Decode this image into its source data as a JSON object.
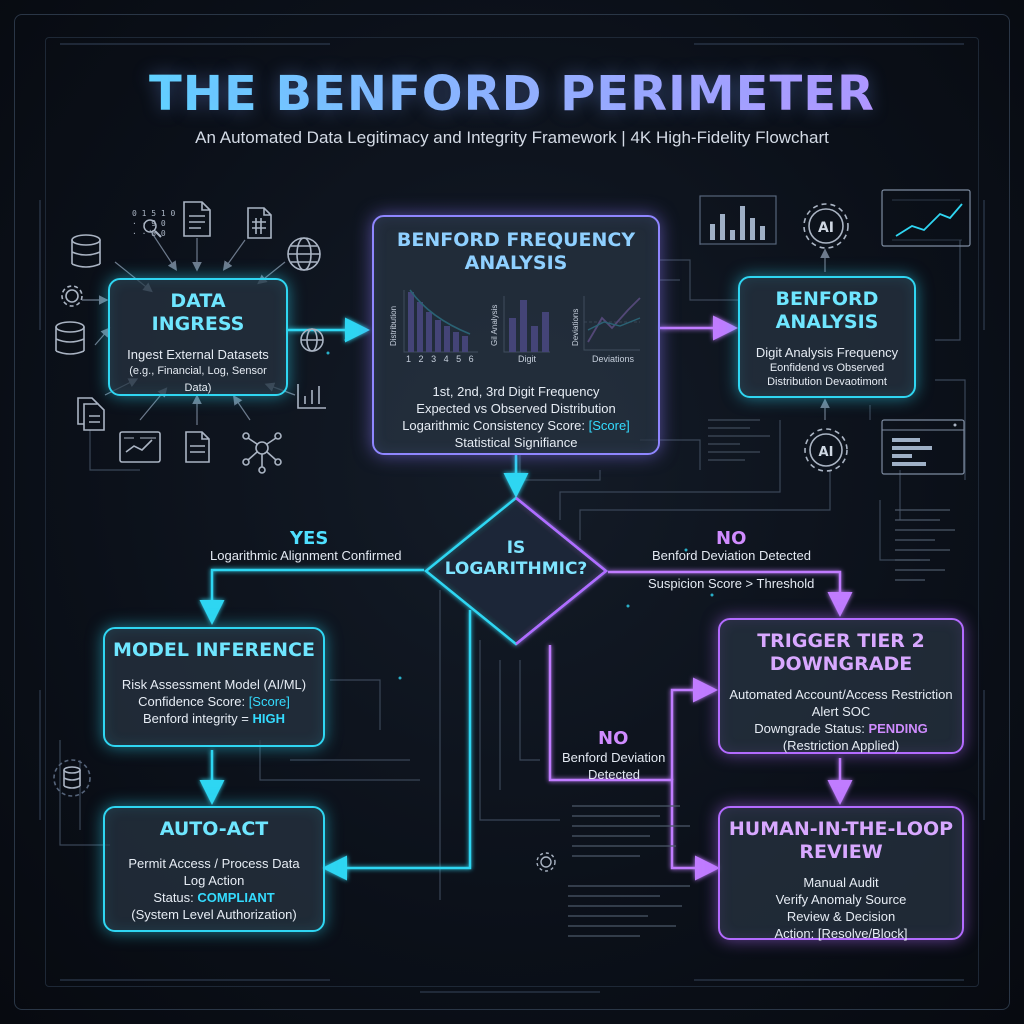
{
  "header": {
    "title": "THE BENFORD PERIMETER",
    "subtitle": "An Automated Data Legitimacy and Integrity Framework | 4K High-Fidelity Flowchart"
  },
  "nodes": {
    "data_ingress": {
      "title_1": "DATA",
      "title_2": "INGRESS",
      "line_1": "Ingest External Datasets",
      "line_2": "(e.g., Financial, Log, Sensor Data)"
    },
    "frequency_analysis": {
      "title_1": "BENFORD FREQUENCY",
      "title_2": "ANALYSIS",
      "line_1": "1st, 2nd, 3rd Digit Frequency",
      "line_2": "Expected vs Observed Distribution",
      "line_3_prefix": "Logarithmic Consistency Score: ",
      "line_3_value": "[Score]",
      "line_4": "Statistical Signifiance",
      "mini_charts": {
        "chart_1_ylabel": "Distribution",
        "chart_1_ticks": [
          "1",
          "2",
          "3",
          "4",
          "5",
          "6"
        ],
        "chart_2_ylabel": "Gil Analysis",
        "chart_2_xlabel": "Digit",
        "chart_3_ylabel": "Deviations",
        "chart_3_xlabel": "Deviations"
      }
    },
    "benford_analysis": {
      "title_1": "BENFORD",
      "title_2": "ANALYSIS",
      "line_1": "Digit Analysis Frequency",
      "line_2": "Eonfidend vs Observed",
      "line_3": "Distribution Devaotimont"
    },
    "decision": {
      "line_1": "IS",
      "line_2": "LOGARITHMIC?"
    },
    "model_inference": {
      "title": "MODEL INFERENCE",
      "line_1": "Risk Assessment Model (AI/ML)",
      "line_2_prefix": "Confidence Score: ",
      "line_2_value": "[Score]",
      "line_3_prefix": "Benford integrity = ",
      "line_3_value": "HIGH"
    },
    "auto_act": {
      "title": "AUTO-ACT",
      "line_1": "Permit Access / Process Data",
      "line_2": "Log Action",
      "line_3_prefix": "Status: ",
      "line_3_value": "COMPLIANT",
      "line_4": "(System Level Authorization)"
    },
    "tier2": {
      "title_1": "TRIGGER TIER 2",
      "title_2": "DOWNGRADE",
      "line_1": "Automated Account/Access Restriction",
      "line_2": "Alert SOC",
      "line_3_prefix": "Downgrade Status: ",
      "line_3_value": "PENDING",
      "line_4": "(Restriction Applied)"
    },
    "hitl": {
      "title_1": "HUMAN-IN-THE-LOOP",
      "title_2": "REVIEW",
      "line_1": "Manual Audit",
      "line_2": "Verify Anomaly Source",
      "line_3": "Review & Decision",
      "line_4": "Action: [Resolve/Block]"
    }
  },
  "edge_labels": {
    "yes": {
      "head": "YES",
      "sub": "Logarithmic Alignment Confirmed"
    },
    "no_right": {
      "head": "NO",
      "sub_1": "Benford Deviation Detected",
      "sub_2": "Suspicion Score > Threshold"
    },
    "no_lower": {
      "head": "NO",
      "sub_1": "Benford Deviation",
      "sub_2": "Detected"
    }
  },
  "colors": {
    "cyan": "#2fd6f2",
    "violet": "#b36bff",
    "compliant": "#34dcff",
    "pending": "#d08cff"
  },
  "icons": [
    "database-icon",
    "document-icon",
    "globe-icon",
    "gear-icon",
    "network-icon",
    "ai-chip-icon",
    "bar-chart-icon",
    "line-chart-icon",
    "terminal-icon"
  ]
}
